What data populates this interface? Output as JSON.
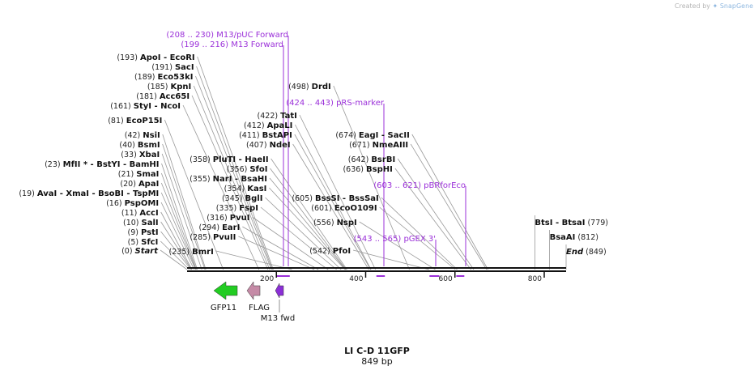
{
  "credit": {
    "prefix": "Created by",
    "brand": "SnapGene",
    "icon": "snapgene-logo-icon"
  },
  "sequence": {
    "name": "LI C-D 11GFP",
    "length_label": "849 bp",
    "length": 849,
    "features_end": 1
  },
  "colors": {
    "backbone": "#111111",
    "primer": "#9b30d9",
    "line": "#999999",
    "gfp11": "#22cc22",
    "flag": "#c58aa6",
    "m13": "#8b2fd6"
  },
  "ruler": {
    "tick_labels": [
      "200",
      "400",
      "600",
      "800"
    ],
    "ticks": [
      200,
      400,
      600,
      800
    ]
  },
  "sites": [
    {
      "pos": "(0)",
      "name": "Start",
      "bp": 0,
      "italic": true
    },
    {
      "pos": "(5)",
      "name": "SfcI",
      "bp": 5
    },
    {
      "pos": "(9)",
      "name": "PstI",
      "bp": 9
    },
    {
      "pos": "(10)",
      "name": "SalI",
      "bp": 10
    },
    {
      "pos": "(11)",
      "name": "AccI",
      "bp": 11
    },
    {
      "pos": "(16)",
      "name": "PspOMI",
      "bp": 16
    },
    {
      "pos": "(19)",
      "name": "AvaI   - XmaI   - BsoBI   - TspMI",
      "bp": 19
    },
    {
      "pos": "(20)",
      "name": "ApaI",
      "bp": 20
    },
    {
      "pos": "(21)",
      "name": "SmaI",
      "bp": 21
    },
    {
      "pos": "(23)",
      "name": "MfII * - BstYI   - BamHI",
      "bp": 23
    },
    {
      "pos": "(33)",
      "name": "XbaI",
      "bp": 33
    },
    {
      "pos": "(40)",
      "name": "BsmI",
      "bp": 40
    },
    {
      "pos": "(42)",
      "name": "NsiI",
      "bp": 42
    },
    {
      "pos": "(81)",
      "name": "EcoP15I",
      "bp": 81
    },
    {
      "pos": "(161)",
      "name": "StyI   - NcoI",
      "bp": 161
    },
    {
      "pos": "(181)",
      "name": "Acc65I",
      "bp": 181
    },
    {
      "pos": "(185)",
      "name": "KpnI",
      "bp": 185
    },
    {
      "pos": "(189)",
      "name": "Eco53kI",
      "bp": 189
    },
    {
      "pos": "(191)",
      "name": "SacI",
      "bp": 191
    },
    {
      "pos": "(193)",
      "name": "ApoI   - EcoRI",
      "bp": 193
    },
    {
      "pos": "(235)",
      "name": "BmrI",
      "bp": 235
    },
    {
      "pos": "(285)",
      "name": "PvuII",
      "bp": 285
    },
    {
      "pos": "(294)",
      "name": "EarI",
      "bp": 294
    },
    {
      "pos": "(316)",
      "name": "PvuI",
      "bp": 316
    },
    {
      "pos": "(335)",
      "name": "FspI",
      "bp": 335
    },
    {
      "pos": "(345)",
      "name": "BglI",
      "bp": 345
    },
    {
      "pos": "(354)",
      "name": "KasI",
      "bp": 354
    },
    {
      "pos": "(355)",
      "name": "NarI   - BsaHI",
      "bp": 355
    },
    {
      "pos": "(356)",
      "name": "SfoI",
      "bp": 356
    },
    {
      "pos": "(358)",
      "name": "PluTI   - HaeII",
      "bp": 358
    },
    {
      "pos": "(407)",
      "name": "NdeI",
      "bp": 407
    },
    {
      "pos": "(411)",
      "name": "BstAPI",
      "bp": 411
    },
    {
      "pos": "(412)",
      "name": "ApaLI",
      "bp": 412
    },
    {
      "pos": "(422)",
      "name": "TatI",
      "bp": 422
    },
    {
      "pos": "(498)",
      "name": "DrdI",
      "bp": 498
    },
    {
      "pos": "(542)",
      "name": "PfoI",
      "bp": 542
    },
    {
      "pos": "(556)",
      "name": "NspI",
      "bp": 556
    },
    {
      "pos": "(601)",
      "name": "EcoO109I",
      "bp": 601
    },
    {
      "pos": "(605)",
      "name": "BssSI   - BssSaI",
      "bp": 605
    },
    {
      "pos": "(636)",
      "name": "BspHI",
      "bp": 636
    },
    {
      "pos": "(642)",
      "name": "BsrBI",
      "bp": 642
    },
    {
      "pos": "(671)",
      "name": "NmeAIII",
      "bp": 671
    },
    {
      "pos": "(674)",
      "name": "EagI   - SacII",
      "bp": 674
    },
    {
      "pos": "(779)",
      "name": "BtsI   - BtsaI",
      "bp": 779,
      "label_right": true
    },
    {
      "pos": "(812)",
      "name": "BsaAI",
      "bp": 812,
      "label_right": true
    },
    {
      "pos": "(849)",
      "name": "End",
      "bp": 849,
      "italic": true,
      "label_right": true
    }
  ],
  "primers": [
    {
      "range": "(208 .. 230)",
      "name": "M13/pUC Forward",
      "start": 208,
      "end": 230
    },
    {
      "range": "(199 .. 216)",
      "name": "M13 Forward",
      "start": 199,
      "end": 216
    },
    {
      "range": "(424 .. 443)",
      "name": "pRS-marker",
      "start": 424,
      "end": 443
    },
    {
      "range": "(603 .. 621)",
      "name": "pBRforEco",
      "start": 603,
      "end": 621
    },
    {
      "range": "(543 .. 565)",
      "name": "pGEX 3'",
      "start": 543,
      "end": 565
    }
  ],
  "features": [
    {
      "name": "GFP11",
      "type": "arrow",
      "icon": "gfp11-arrow-icon"
    },
    {
      "name": "FLAG",
      "type": "arrow",
      "icon": "flag-arrow-icon"
    },
    {
      "name": "M13 fwd",
      "type": "arrow",
      "icon": "m13-fwd-arrow-icon"
    }
  ]
}
